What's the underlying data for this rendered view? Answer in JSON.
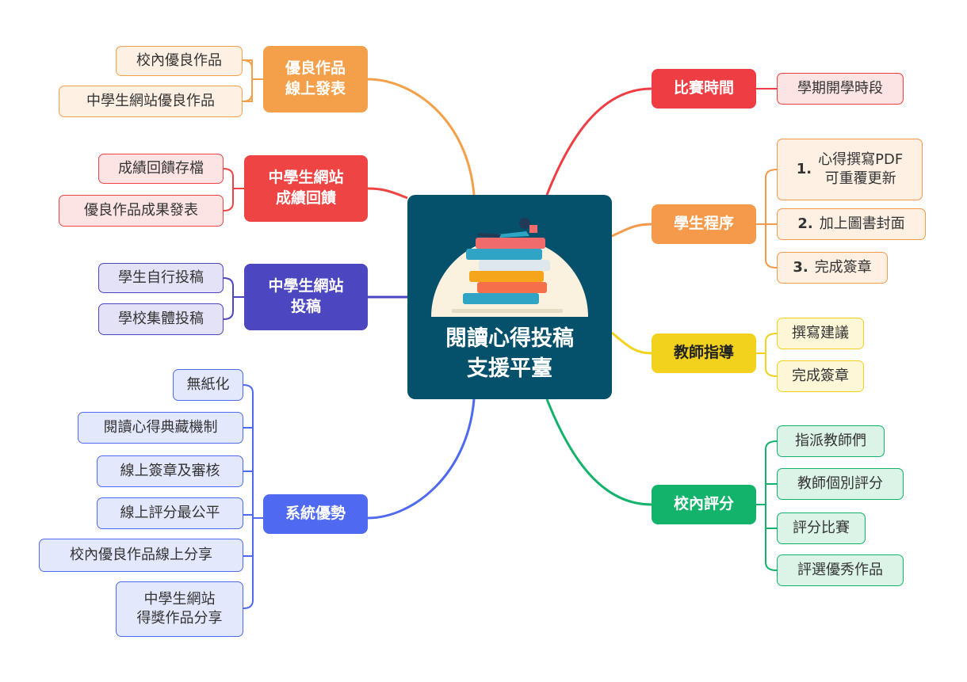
{
  "center": {
    "title_line1": "閱讀心得投稿",
    "title_line2": "支援平臺"
  },
  "branches": {
    "excellent_publish": {
      "label_line1": "優良作品",
      "label_line2": "線上發表",
      "color": "#f4a04a",
      "leaves": [
        "校內優良作品",
        "中學生網站優良作品"
      ]
    },
    "feedback": {
      "label_line1": "中學生網站",
      "label_line2": "成績回饋",
      "color": "#ef4444",
      "leaves": [
        "成績回饋存檔",
        "優良作品成果發表"
      ]
    },
    "submission": {
      "label_line1": "中學生網站",
      "label_line2": "投稿",
      "color": "#4c46c0",
      "leaves": [
        "學生自行投稿",
        "學校集體投稿"
      ]
    },
    "advantages": {
      "label": "系統優勢",
      "color": "#4f6af0",
      "leaves": [
        "無紙化",
        "閱讀心得典藏機制",
        "線上簽章及審核",
        "線上評分最公平",
        "校內優良作品線上分享"
      ],
      "last_leaf_line1": "中學生網站",
      "last_leaf_line2": "得獎作品分享"
    },
    "timing": {
      "label": "比賽時間",
      "color": "#ee3e44",
      "leaves": [
        "學期開學時段"
      ]
    },
    "student_steps": {
      "label": "學生程序",
      "color": "#f59a4a",
      "step1_num": "1.",
      "step1_line1": "心得撰寫PDF",
      "step1_line2": "可重覆更新",
      "step2_num": "2.",
      "step2_text": "加上圖書封面",
      "step3_num": "3.",
      "step3_text": "完成簽章"
    },
    "teacher": {
      "label": "教師指導",
      "color": "#f2d21c",
      "leaves": [
        "撰寫建議",
        "完成簽章"
      ]
    },
    "scoring": {
      "label": "校內評分",
      "color": "#14b36b",
      "leaves": [
        "指派教師們",
        "教師個別評分",
        "評分比賽",
        "評選優秀作品"
      ]
    }
  }
}
